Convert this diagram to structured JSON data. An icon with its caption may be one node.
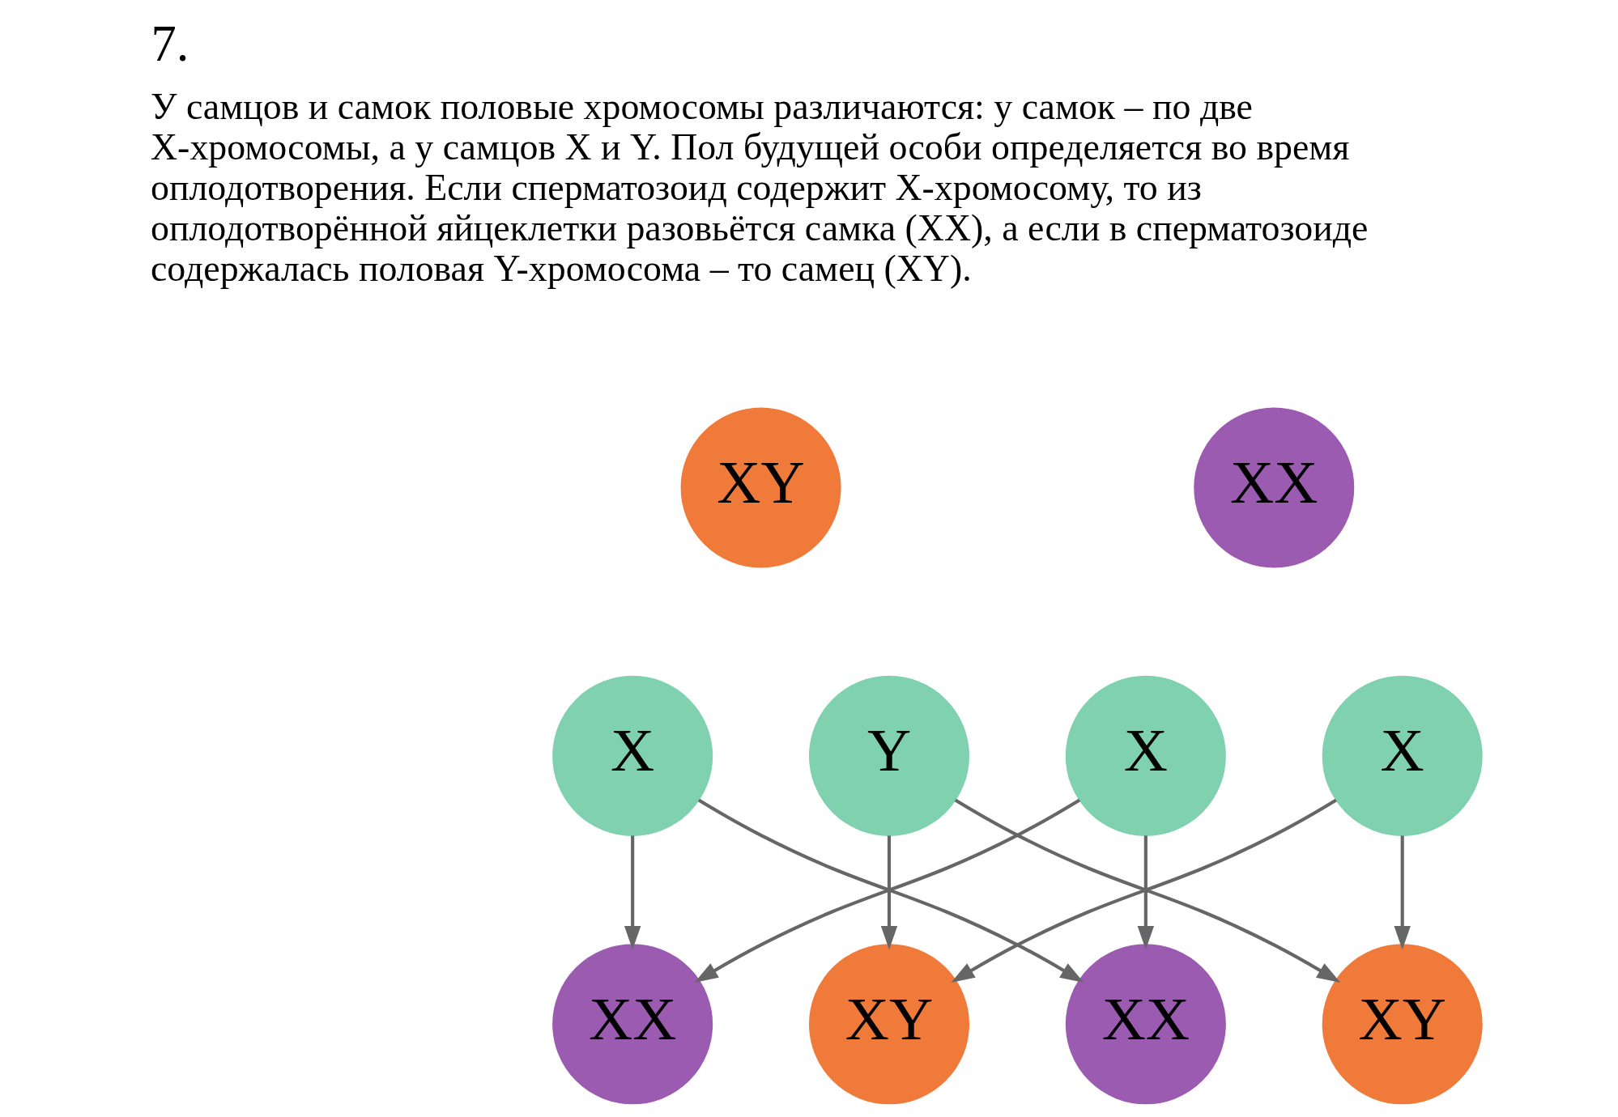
{
  "diagram": {
    "title": "7.",
    "nodes": [
      {
        "text": [
          "XY"
        ]
      },
      {
        "text": [
          "XX"
        ]
      },
      {
        "text": [
          "X"
        ]
      },
      {
        "text": [
          "Y"
        ]
      },
      {
        "text": [
          "X"
        ]
      },
      {
        "text": [
          "X"
        ]
      },
      {
        "text": [
          "XX"
        ]
      },
      {
        "text": [
          "XY"
        ]
      },
      {
        "text": [
          "XX"
        ]
      },
      {
        "text": [
          "XY"
        ]
      }
    ],
    "edges": [
      {
        "from": 2,
        "to": 6,
        "arrow": "to"
      },
      {
        "from": 2,
        "to": 8,
        "arrow": "to"
      },
      {
        "from": 3,
        "to": 7,
        "arrow": "to"
      },
      {
        "from": 3,
        "to": 9,
        "arrow": "to"
      },
      {
        "from": 4,
        "to": 6,
        "arrow": "to"
      },
      {
        "from": 4,
        "to": 8,
        "arrow": "to"
      },
      {
        "from": 5,
        "to": 7,
        "arrow": "to"
      },
      {
        "from": 5,
        "to": 9,
        "arrow": "to"
      }
    ],
    "labels": [
      "У самцов и самок половые хромосомы различаются: у самок – по две X-хромосомы, а у самцов X и Y. Пол будущей особи определяется во время оплодотворения. Если сперматозоид содержит X-хромосому, то из оплодотворённой яйцеклетки разовьётся самка (XX), а если в сперматозоиде содержалась половая Y-хромосома – то самец (XY)."
    ]
  }
}
